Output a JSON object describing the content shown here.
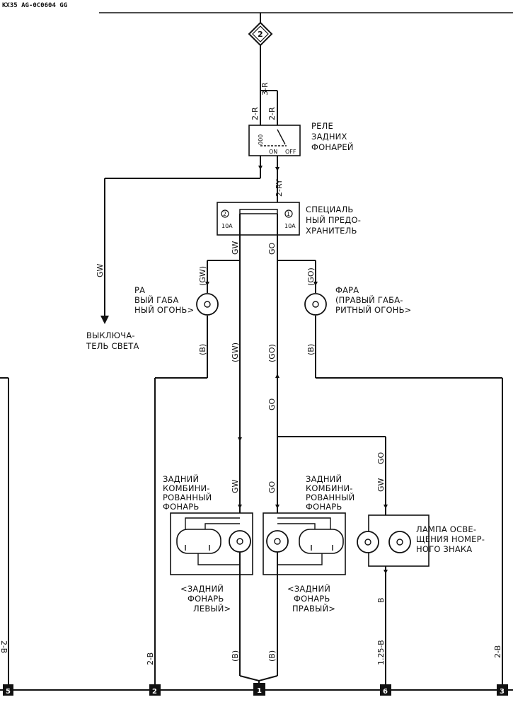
{
  "header": {
    "doc_code": "KX35 AG-0C0604 GG"
  },
  "supply": {
    "connector": "2",
    "wire_main": "3-R",
    "wire_left": "2-R",
    "wire_right": "2-R"
  },
  "relay": {
    "label": [
      "РЕЛЕ",
      "ЗАДНИХ",
      "ФОНАРЕЙ"
    ],
    "on": "ON",
    "off": "OFF",
    "coil": "000",
    "wire_out": "2-RY"
  },
  "fuse": {
    "label": [
      "СПЕЦИАЛЬ",
      "НЫЙ ПРЕДО-",
      "ХРАНИТЕЛЬ"
    ],
    "slot_left": "2",
    "amp_left": "10A",
    "slot_right": "1",
    "amp_right": "10A"
  },
  "light_switch": {
    "wire": "GW",
    "label": [
      "ВЫКЛЮЧА-",
      "ТЕЛЬ СВЕТА"
    ]
  },
  "wires": {
    "gw_left": "GW",
    "go_right": "GO",
    "gw_paren": "(GW)",
    "go_paren": "(GO)",
    "b_paren": "(B)",
    "gw_trunk": "(GW)",
    "go_trunk": "(GO)",
    "go_mid": "GO",
    "go_lamp": "GO",
    "gw_lamp": "GW",
    "gw_rear": "GW",
    "go_rear": "GO",
    "b_plate": "B",
    "b_plate_size": "1.25-B",
    "left_ground": "2-B",
    "right_ground": "2-B",
    "edge_left": "2-B"
  },
  "left_marker": {
    "label": [
      "РА",
      "ВЫЙ ГАБА",
      "НЫЙ ОГОНЬ>"
    ]
  },
  "right_marker": {
    "label": [
      "ФАРА",
      "(ПРАВЫЙ ГАБА-",
      "РИТНЫЙ ОГОНЬ>"
    ]
  },
  "rear_left": {
    "label": [
      "ЗАДНИЙ",
      "КОМБИНИ-",
      "РОВАННЫЙ",
      "ФОНАРЬ"
    ],
    "caption": [
      "<ЗАДНИЙ",
      "ФОНАРЬ",
      "ЛЕВЫЙ>"
    ],
    "ground_wire": "(B)"
  },
  "rear_right": {
    "label": [
      "ЗАДНИЙ",
      "КОМБИНИ-",
      "РОВАННЫЙ",
      "ФОНАРЬ"
    ],
    "caption": [
      "<ЗАДНИЙ",
      "ФОНАРЬ",
      "ПРАВЫЙ>"
    ],
    "ground_wire": "(B)"
  },
  "plate_lamp": {
    "label": [
      "ЛАМПА ОСВЕ-",
      "ЩЕНИЯ НОМЕР-",
      "НОГО ЗНАКА"
    ]
  },
  "grounds": {
    "g1": "5",
    "g2": "2",
    "g3": "1",
    "g4": "6",
    "g5": "3"
  }
}
